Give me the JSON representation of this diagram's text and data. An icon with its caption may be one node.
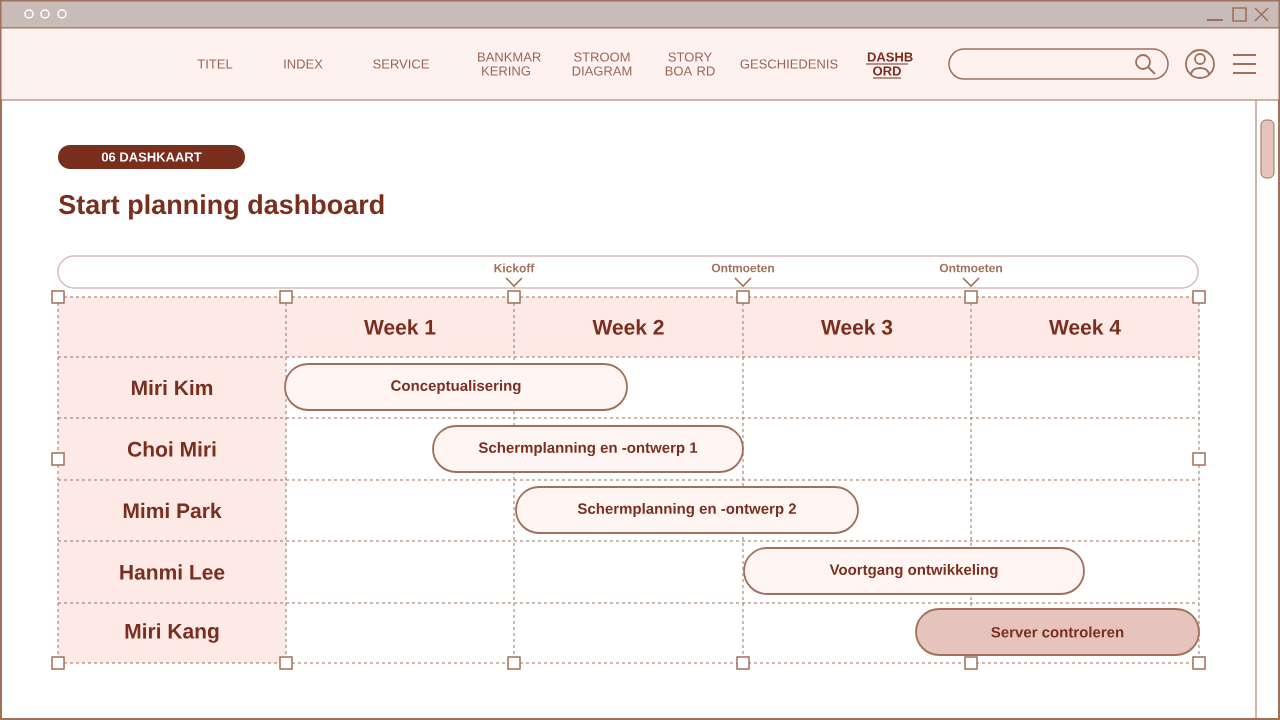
{
  "diagram": {
    "title": "Start planning dashboard",
    "nodes": [
      {
        "text": [
          "Conceptualisering"
        ]
      },
      {
        "text": [
          "Schermplanning en -ontwerp 1"
        ]
      },
      {
        "text": [
          "Schermplanning en -ontwerp 2"
        ]
      },
      {
        "text": [
          "Voortgang ontwikkeling"
        ]
      },
      {
        "text": [
          "Server controleren"
        ]
      }
    ],
    "labels": [
      "TITEL",
      "INDEX",
      "SERVICE",
      "BANKMAR KERING",
      "STROOM DIAGRAM",
      "STORY BOA RD",
      "GESCHIEDENIS",
      "DASHB ORD",
      "06 DASHKAART",
      "Kickoff",
      "Ontmoeten",
      "Ontmoeten",
      "Week 1",
      "Week 2",
      "Week 3",
      "Week 4",
      "Miri Kim",
      "Choi Miri",
      "Mimi Park",
      "Hanmi Lee",
      "Miri Kang"
    ]
  }
}
